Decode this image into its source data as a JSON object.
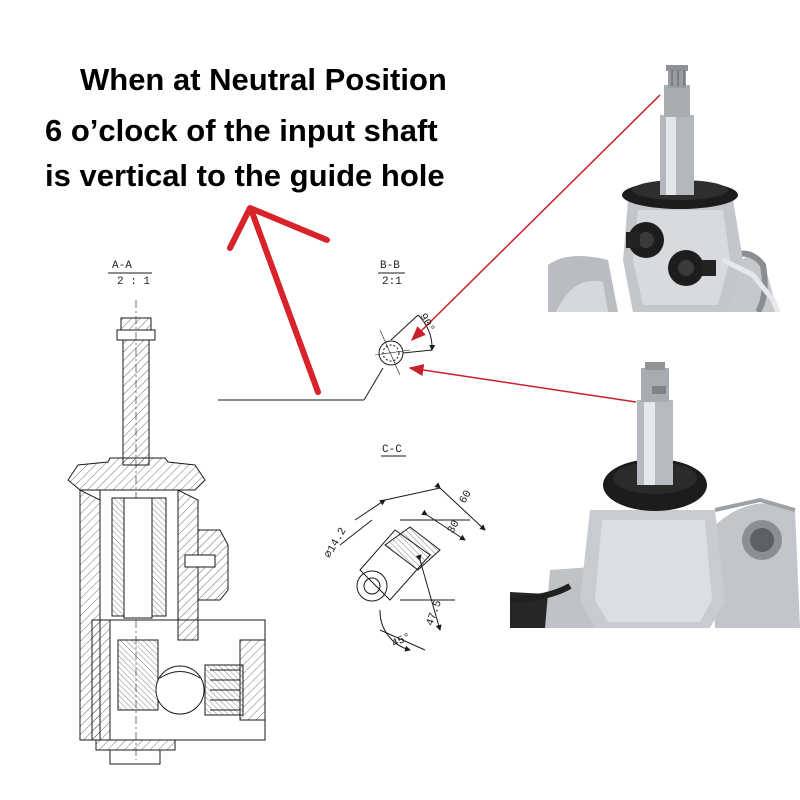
{
  "headline": {
    "line1": "When at Neutral Position",
    "line2": "6 o’clock of the input shaft",
    "line3": "is vertical to the guide hole"
  },
  "sections": {
    "aa": {
      "name": "A-A",
      "scale": "2 : 1"
    },
    "bb": {
      "name": "B-B",
      "scale": "2:1",
      "angle": "90°"
    },
    "cc": {
      "name": "C-C",
      "dim_diameter": "⌀14.2",
      "dim_60": "60",
      "dim_30": "30",
      "dim_47_5": "47.5",
      "dim_angle": "45°"
    }
  },
  "colors": {
    "annotation_red": "#d8232a",
    "pointer_red": "#c8202a",
    "line": "#1a1a1a",
    "metal": "#c9ccd0",
    "seal": "#1c1c1c"
  },
  "icons": [
    "arrow-up-annotation",
    "pointer-arrow",
    "pointer-arrow"
  ]
}
